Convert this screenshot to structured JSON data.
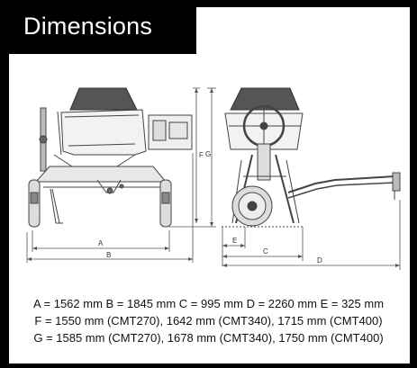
{
  "header": {
    "title": "Dimensions"
  },
  "drawing": {
    "labels": {
      "a": "A",
      "b": "B",
      "c": "C",
      "d": "D",
      "e": "E",
      "f": "F",
      "g": "G"
    }
  },
  "specs": {
    "line1": "A = 1562 mm  B = 1845 mm  C = 995 mm  D = 2260 mm  E = 325 mm",
    "line2": "F = 1550 mm (CMT270), 1642 mm (CMT340), 1715 mm (CMT400)",
    "line3": "G = 1585 mm (CMT270), 1678 mm (CMT340), 1750 mm (CMT400)"
  }
}
